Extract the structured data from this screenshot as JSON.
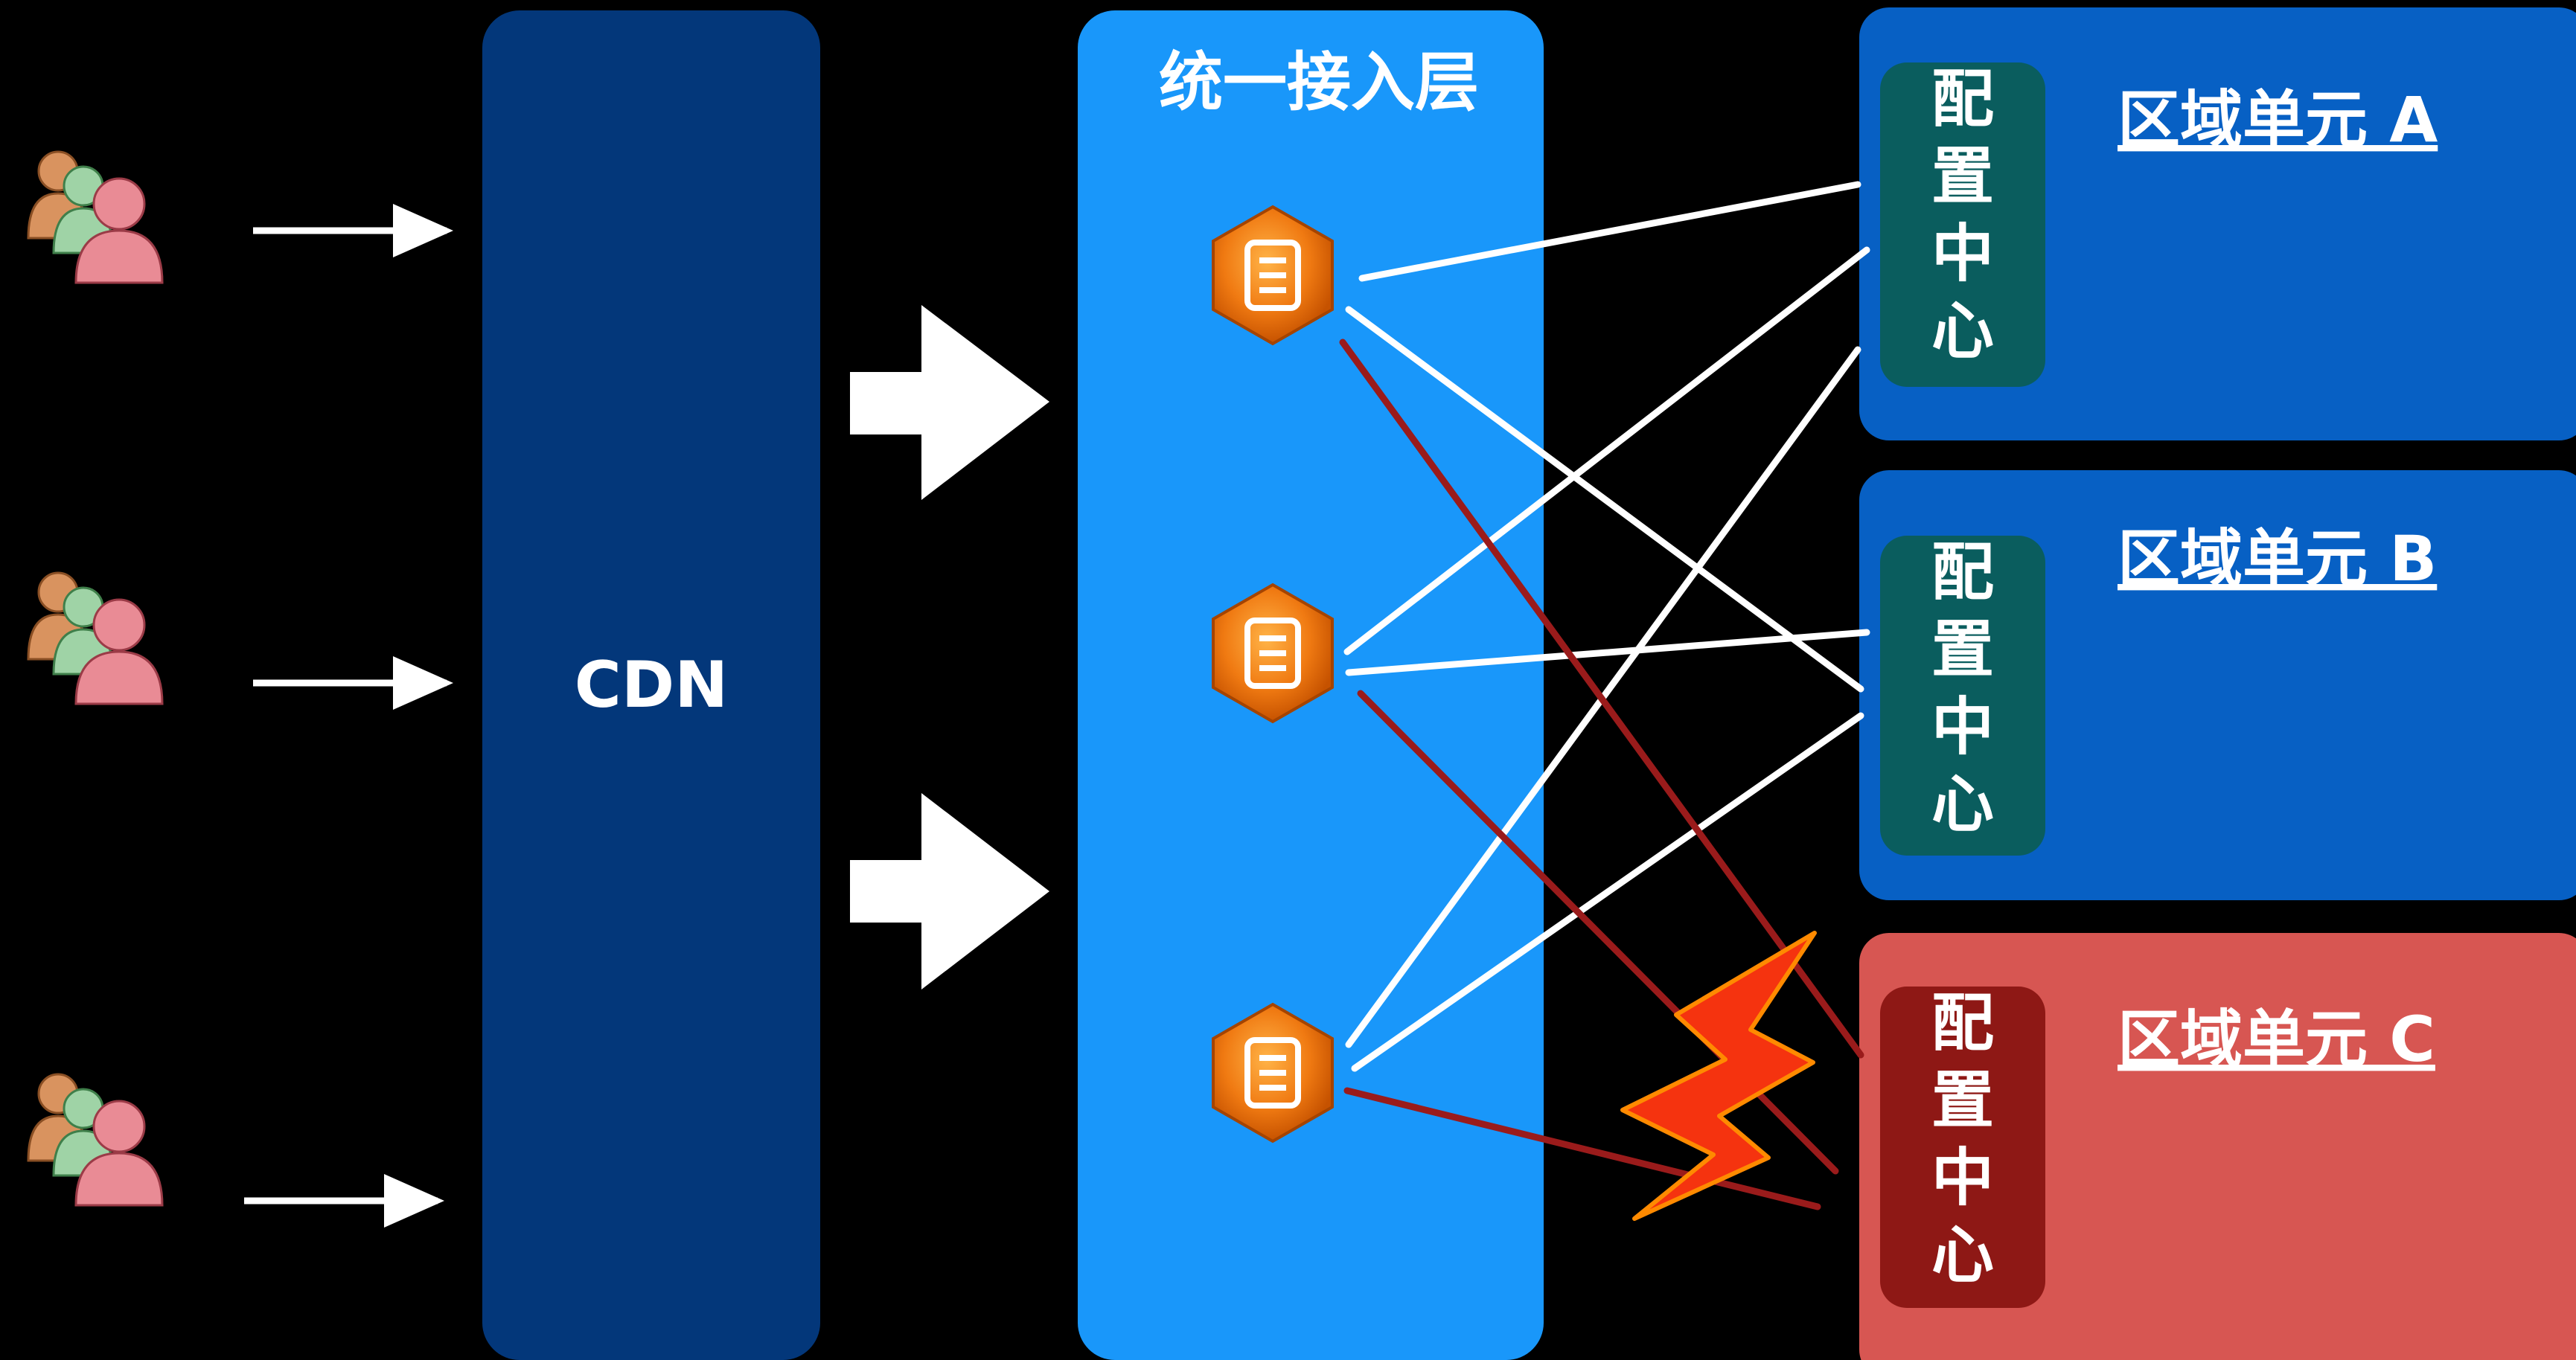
{
  "cdn": {
    "label": "CDN"
  },
  "access_layer": {
    "title": "统一接入层",
    "node_icon": "document-hexagon-icon"
  },
  "users": {
    "icon": "user-group-icon",
    "count": 3
  },
  "regions": [
    {
      "title": "区域单元 A",
      "config_label": "配置中心",
      "status": "normal"
    },
    {
      "title": "区域单元 B",
      "config_label": "配置中心",
      "status": "normal"
    },
    {
      "title": "区域单元 C",
      "config_label": "配置中心",
      "status": "failed"
    }
  ],
  "failure": {
    "icon": "lightning-icon"
  },
  "colors": {
    "background": "#000000",
    "cdn_box": "#03377a",
    "access_layer": "#1997fa",
    "region_normal": "#0760c4",
    "region_failed": "#d75652",
    "config_normal": "#0a5d5e",
    "config_failed": "#8e1815",
    "link_ok": "#ffffff",
    "link_failed": "#9a1b1b",
    "lightning": "#f5330f"
  }
}
